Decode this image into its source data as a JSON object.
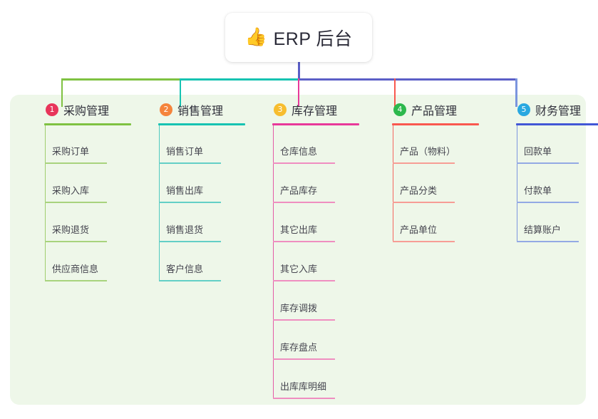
{
  "title_card": {
    "icon": "thumbs-up-icon",
    "icon_glyph": "👍",
    "text": "ERP 后台"
  },
  "colors": {
    "board_bg": "#eef7e9",
    "page_bg": "#ffffff",
    "stem": "#5b5fc7",
    "bus_green": "#7fc242",
    "bus_teal": "#17c3b2",
    "bus_blue": "#5b5fc7"
  },
  "columns": [
    {
      "number": "1",
      "title": "采购管理",
      "badge_color": "#e8355a",
      "rule_color": "#7fc242",
      "spine_color": "#9fce6e",
      "item_rule_color": "#a8d37d",
      "drop_color": "#7fc242",
      "items": [
        {
          "label": "采购订单"
        },
        {
          "label": "采购入库"
        },
        {
          "label": "采购退货"
        },
        {
          "label": "供应商信息"
        }
      ]
    },
    {
      "number": "2",
      "title": "销售管理",
      "badge_color": "#f5843c",
      "rule_color": "#17c3b2",
      "spine_color": "#4fc9c0",
      "item_rule_color": "#63cfc6",
      "drop_color": "#17c3b2",
      "items": [
        {
          "label": "销售订单"
        },
        {
          "label": "销售出库"
        },
        {
          "label": "销售退货"
        },
        {
          "label": "客户信息"
        }
      ]
    },
    {
      "number": "3",
      "title": "库存管理",
      "badge_color": "#f7bd2e",
      "rule_color": "#e8399a",
      "spine_color": "#e45ba6",
      "item_rule_color": "#ef8ec0",
      "drop_color": "#e8399a",
      "items": [
        {
          "label": "仓库信息"
        },
        {
          "label": "产品库存"
        },
        {
          "label": "其它出库"
        },
        {
          "label": "其它入库"
        },
        {
          "label": "库存调拨"
        },
        {
          "label": "库存盘点"
        },
        {
          "label": "出库库明细"
        }
      ]
    },
    {
      "number": "4",
      "title": "产品管理",
      "badge_color": "#2db84d",
      "rule_color": "#f9584f",
      "spine_color": "#f4665e",
      "item_rule_color": "#f79d95",
      "drop_color": "#f9584f",
      "items": [
        {
          "label": "产品（物料）"
        },
        {
          "label": "产品分类"
        },
        {
          "label": "产品单位"
        }
      ]
    },
    {
      "number": "5",
      "title": "财务管理",
      "badge_color": "#29a8e0",
      "rule_color": "#4257d6",
      "spine_color": "#7b95de",
      "item_rule_color": "#93a9e4",
      "drop_color": "#7b95de",
      "items": [
        {
          "label": "回款单"
        },
        {
          "label": "付款单"
        },
        {
          "label": "结算账户"
        }
      ]
    }
  ]
}
